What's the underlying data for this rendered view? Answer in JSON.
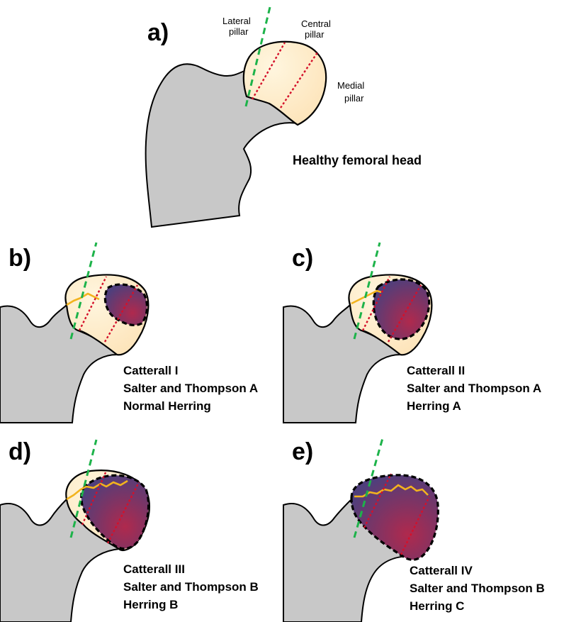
{
  "panels": {
    "a": {
      "letter": "a)",
      "caption": "Healthy femoral head",
      "lateral_pillar": [
        "Lateral",
        "pillar"
      ],
      "central_pillar": [
        "Central",
        "pillar"
      ],
      "medial_pillar": [
        "Medial",
        "pillar"
      ]
    },
    "b": {
      "letter": "b)",
      "lines": [
        "Catterall  I",
        "Salter and Thompson A",
        "Normal Herring"
      ]
    },
    "c": {
      "letter": "c)",
      "lines": [
        "Catterall  II",
        "Salter and Thompson A",
        "Herring A"
      ]
    },
    "d": {
      "letter": "d)",
      "lines": [
        "Catterall  III",
        "Salter and Thompson B",
        "Herring B"
      ]
    },
    "e": {
      "letter": "e)",
      "lines": [
        "Catterall  IV",
        "Salter and Thompson B",
        "Herring C"
      ]
    }
  },
  "colors": {
    "bone": "#c8c8c8",
    "femoral_head_healthy": "#fde9c0",
    "necrosis_outer": "#5a3f7e",
    "necrosis_inner": "#b0294d",
    "pillar_lateral_line": "#1db34a",
    "pillar_dividers": "#d4102a",
    "collapse_line": "#f2b31e"
  }
}
